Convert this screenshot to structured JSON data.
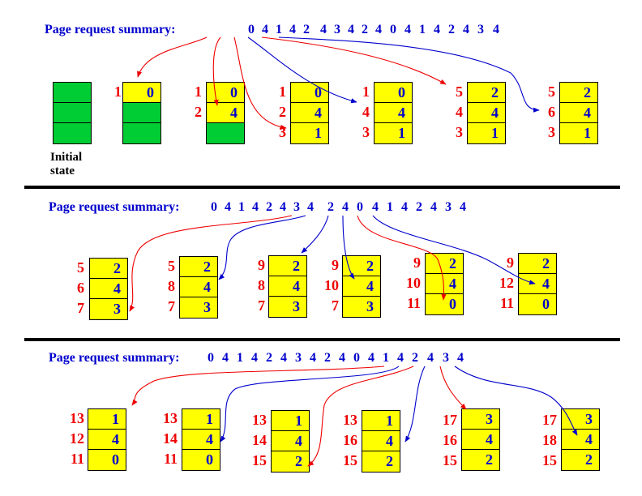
{
  "colors": {
    "blue": "#0000cc",
    "red": "#ee0000",
    "yellow": "#ffff00",
    "green": "#00cc33"
  },
  "panels": [
    {
      "summary_label": "Page request summary:",
      "sequence": [
        "0",
        "4",
        "1",
        "4",
        "2",
        "4",
        "3",
        "4",
        "2",
        "4",
        "0",
        "4",
        "1",
        "4",
        "2",
        "4",
        "3",
        "4"
      ],
      "initial_label": [
        "Initial",
        "state"
      ],
      "frames": [
        {
          "pages": [
            "",
            "",
            ""
          ],
          "times": [
            "",
            "",
            ""
          ],
          "fill": "green"
        },
        {
          "pages": [
            "0",
            "",
            ""
          ],
          "times": [
            "1",
            "",
            ""
          ],
          "fill": "mixed"
        },
        {
          "pages": [
            "0",
            "4",
            ""
          ],
          "times": [
            "1",
            "2",
            ""
          ],
          "fill": "mixed"
        },
        {
          "pages": [
            "0",
            "4",
            "1"
          ],
          "times": [
            "1",
            "2",
            "3"
          ],
          "fill": "yellow"
        },
        {
          "pages": [
            "0",
            "4",
            "1"
          ],
          "times": [
            "1",
            "4",
            "3"
          ],
          "fill": "yellow"
        },
        {
          "pages": [
            "2",
            "4",
            "1"
          ],
          "times": [
            "5",
            "4",
            "3"
          ],
          "fill": "yellow"
        },
        {
          "pages": [
            "2",
            "4",
            "1"
          ],
          "times": [
            "5",
            "6",
            "3"
          ],
          "fill": "yellow"
        }
      ]
    },
    {
      "summary_label": "Page request summary:",
      "sequence": [
        "0",
        "4",
        "1",
        "4",
        "2",
        "4",
        "3",
        "4",
        "2",
        "4",
        "0",
        "4",
        "1",
        "4",
        "2",
        "4",
        "3",
        "4"
      ],
      "frames": [
        {
          "pages": [
            "2",
            "4",
            "3"
          ],
          "times": [
            "5",
            "6",
            "7"
          ],
          "fill": "yellow"
        },
        {
          "pages": [
            "2",
            "4",
            "3"
          ],
          "times": [
            "5",
            "8",
            "7"
          ],
          "fill": "yellow"
        },
        {
          "pages": [
            "2",
            "4",
            "3"
          ],
          "times": [
            "9",
            "8",
            "7"
          ],
          "fill": "yellow"
        },
        {
          "pages": [
            "2",
            "4",
            "3"
          ],
          "times": [
            "9",
            "10",
            "7"
          ],
          "fill": "yellow"
        },
        {
          "pages": [
            "2",
            "4",
            "0"
          ],
          "times": [
            "9",
            "10",
            "11"
          ],
          "fill": "yellow"
        },
        {
          "pages": [
            "2",
            "4",
            "0"
          ],
          "times": [
            "9",
            "12",
            "11"
          ],
          "fill": "yellow"
        }
      ]
    },
    {
      "summary_label": "Page request summary:",
      "sequence": [
        "0",
        "4",
        "1",
        "4",
        "2",
        "4",
        "3",
        "4",
        "2",
        "4",
        "0",
        "4",
        "1",
        "4",
        "2",
        "4",
        "3",
        "4"
      ],
      "frames": [
        {
          "pages": [
            "1",
            "4",
            "0"
          ],
          "times": [
            "13",
            "12",
            "11"
          ],
          "fill": "yellow"
        },
        {
          "pages": [
            "1",
            "4",
            "0"
          ],
          "times": [
            "13",
            "14",
            "11"
          ],
          "fill": "yellow"
        },
        {
          "pages": [
            "1",
            "4",
            "2"
          ],
          "times": [
            "13",
            "14",
            "15"
          ],
          "fill": "yellow"
        },
        {
          "pages": [
            "1",
            "4",
            "2"
          ],
          "times": [
            "13",
            "16",
            "15"
          ],
          "fill": "yellow"
        },
        {
          "pages": [
            "3",
            "4",
            "2"
          ],
          "times": [
            "17",
            "16",
            "15"
          ],
          "fill": "yellow"
        },
        {
          "pages": [
            "3",
            "4",
            "2"
          ],
          "times": [
            "17",
            "18",
            "15"
          ],
          "fill": "yellow"
        }
      ]
    }
  ]
}
